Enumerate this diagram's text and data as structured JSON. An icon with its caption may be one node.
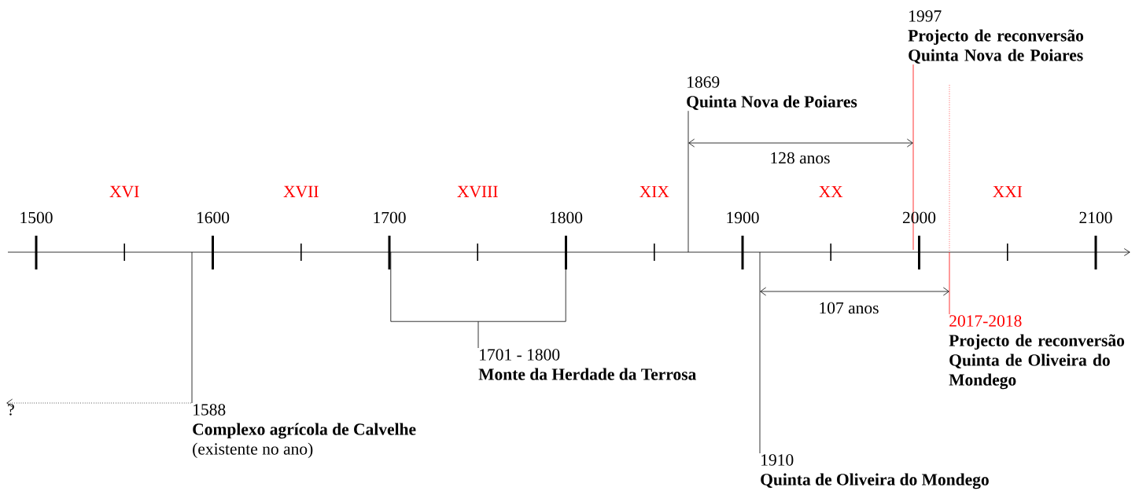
{
  "diagram": {
    "nodes": [
      {
        "text": [
          "1588",
          "Complexo agrícola de Calvelhe",
          "(existente no ano)"
        ]
      },
      {
        "text": [
          "?"
        ]
      },
      {
        "text": [
          "1701 - 1800",
          "Monte da Herdade da Terrosa"
        ]
      },
      {
        "text": [
          "1869",
          "Quinta Nova de Poiares"
        ]
      },
      {
        "text": [
          "1910",
          "Quinta de Oliveira do Mondego"
        ]
      },
      {
        "text": [
          "1997",
          "Projecto de reconversão Quinta Nova de Poiares"
        ]
      },
      {
        "text": [
          "2017-2018",
          "Projecto de reconversão Quinta de Oliveira do Mondego"
        ]
      },
      {
        "text": [],
        "shape": "bracket"
      }
    ],
    "edges": [
      {
        "from": null,
        "to": 0,
        "arrow": "none"
      },
      {
        "from": 0,
        "to": 1,
        "arrow": "to",
        "style": "dashed"
      },
      {
        "from": 7,
        "to": 2,
        "arrow": "none"
      },
      {
        "from": null,
        "to": 3,
        "arrow": "none"
      },
      {
        "from": null,
        "to": 4,
        "arrow": "none"
      },
      {
        "from": null,
        "to": 5,
        "arrow": "none",
        "color": "#ff0000"
      },
      {
        "from": null,
        "to": 6,
        "arrow": "none",
        "color": "#ff0000"
      }
    ],
    "labels": [
      "128 anos",
      "XVI",
      "XVII",
      "XVIII",
      "XIX",
      "XX",
      "XXI",
      "1500",
      "1600",
      "1700",
      "1800",
      "1900",
      "2000",
      "2100",
      "107 anos"
    ]
  }
}
